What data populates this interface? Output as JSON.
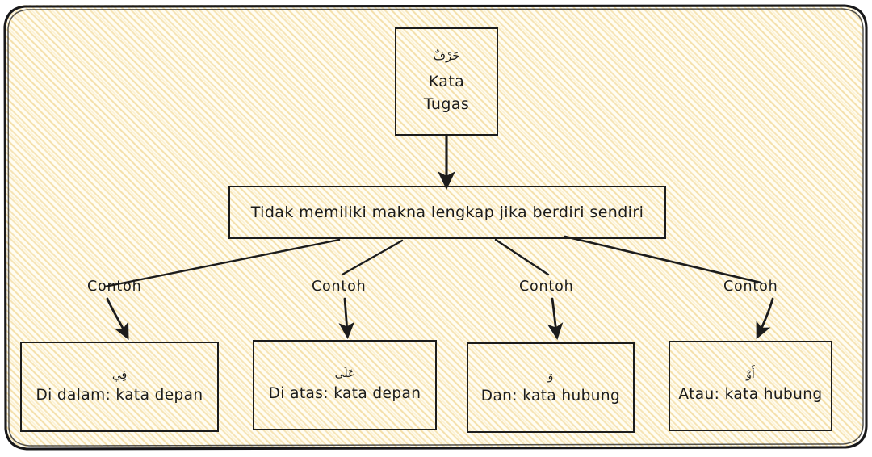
{
  "diagram": {
    "type": "tree-diagram",
    "title_node": {
      "arabic": "حَرْفٌ",
      "latin_line1": "Kata",
      "latin_line2": "Tugas"
    },
    "statement_node": {
      "text": "Tidak memiliki makna lengkap jika berdiri sendiri"
    },
    "edge_labels": [
      {
        "text": "Contoh"
      },
      {
        "text": "Contoh"
      },
      {
        "text": "Contoh"
      },
      {
        "text": "Contoh"
      }
    ],
    "examples": [
      {
        "arabic": "فِي",
        "latin": "Di dalam: kata depan"
      },
      {
        "arabic": "عَلَى",
        "latin": "Di atas: kata depan"
      },
      {
        "arabic": "وَ",
        "latin": "Dan: kata hubung"
      },
      {
        "arabic": "أَوْ",
        "latin": "Atau: kata hubung"
      }
    ],
    "colors": {
      "stroke": "#1c1c1c",
      "paper": "#fffdf3",
      "hatch": "#eece80"
    }
  }
}
